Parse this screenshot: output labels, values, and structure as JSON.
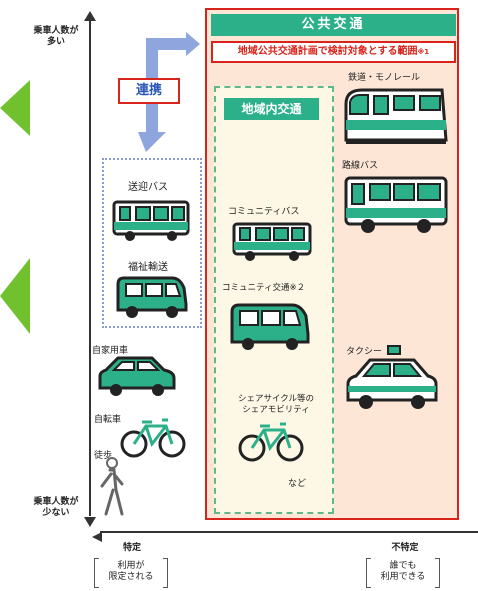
{
  "axis": {
    "top_label": [
      "乗車人数が",
      "多い"
    ],
    "bottom_label": [
      "乗車人数が",
      "少ない"
    ],
    "left_label": "特定",
    "left_box": [
      "利用が",
      "限定される"
    ],
    "right_label": "不特定",
    "right_box": [
      "誰でも",
      "利用できる"
    ]
  },
  "public_transport": {
    "title": "公共交通",
    "scope_note": "地域公共交通計画で検討対象とする範囲",
    "scope_mark": "※1"
  },
  "collab_label": "連携",
  "regional": {
    "title": "地域内交通",
    "items": {
      "community_bus": "コミュニティバス",
      "community_transport": "コミュニティ交通※２",
      "share_cycle": [
        "シェアサイクル等の",
        "シェアモビリティ"
      ],
      "etc": "など"
    }
  },
  "public_items": {
    "rail": "鉄道・モノレール",
    "route_bus": "路線バス",
    "taxi": "タクシー"
  },
  "limited": {
    "shuttle_bus": "送迎バス",
    "welfare": "福祉輸送"
  },
  "private": {
    "car": "自家用車",
    "bicycle": "自転車",
    "walk": "徒歩"
  },
  "colors": {
    "red": "#d9241b",
    "pink_bg": "#fde6d6",
    "teal": "#2bb08a",
    "dark_green": "#1f6f57",
    "light_green": "#5db98a",
    "blue_arrow": "#8ea5de",
    "cream": "#fdf8e6",
    "dot_blue": "#8a9ad6"
  }
}
